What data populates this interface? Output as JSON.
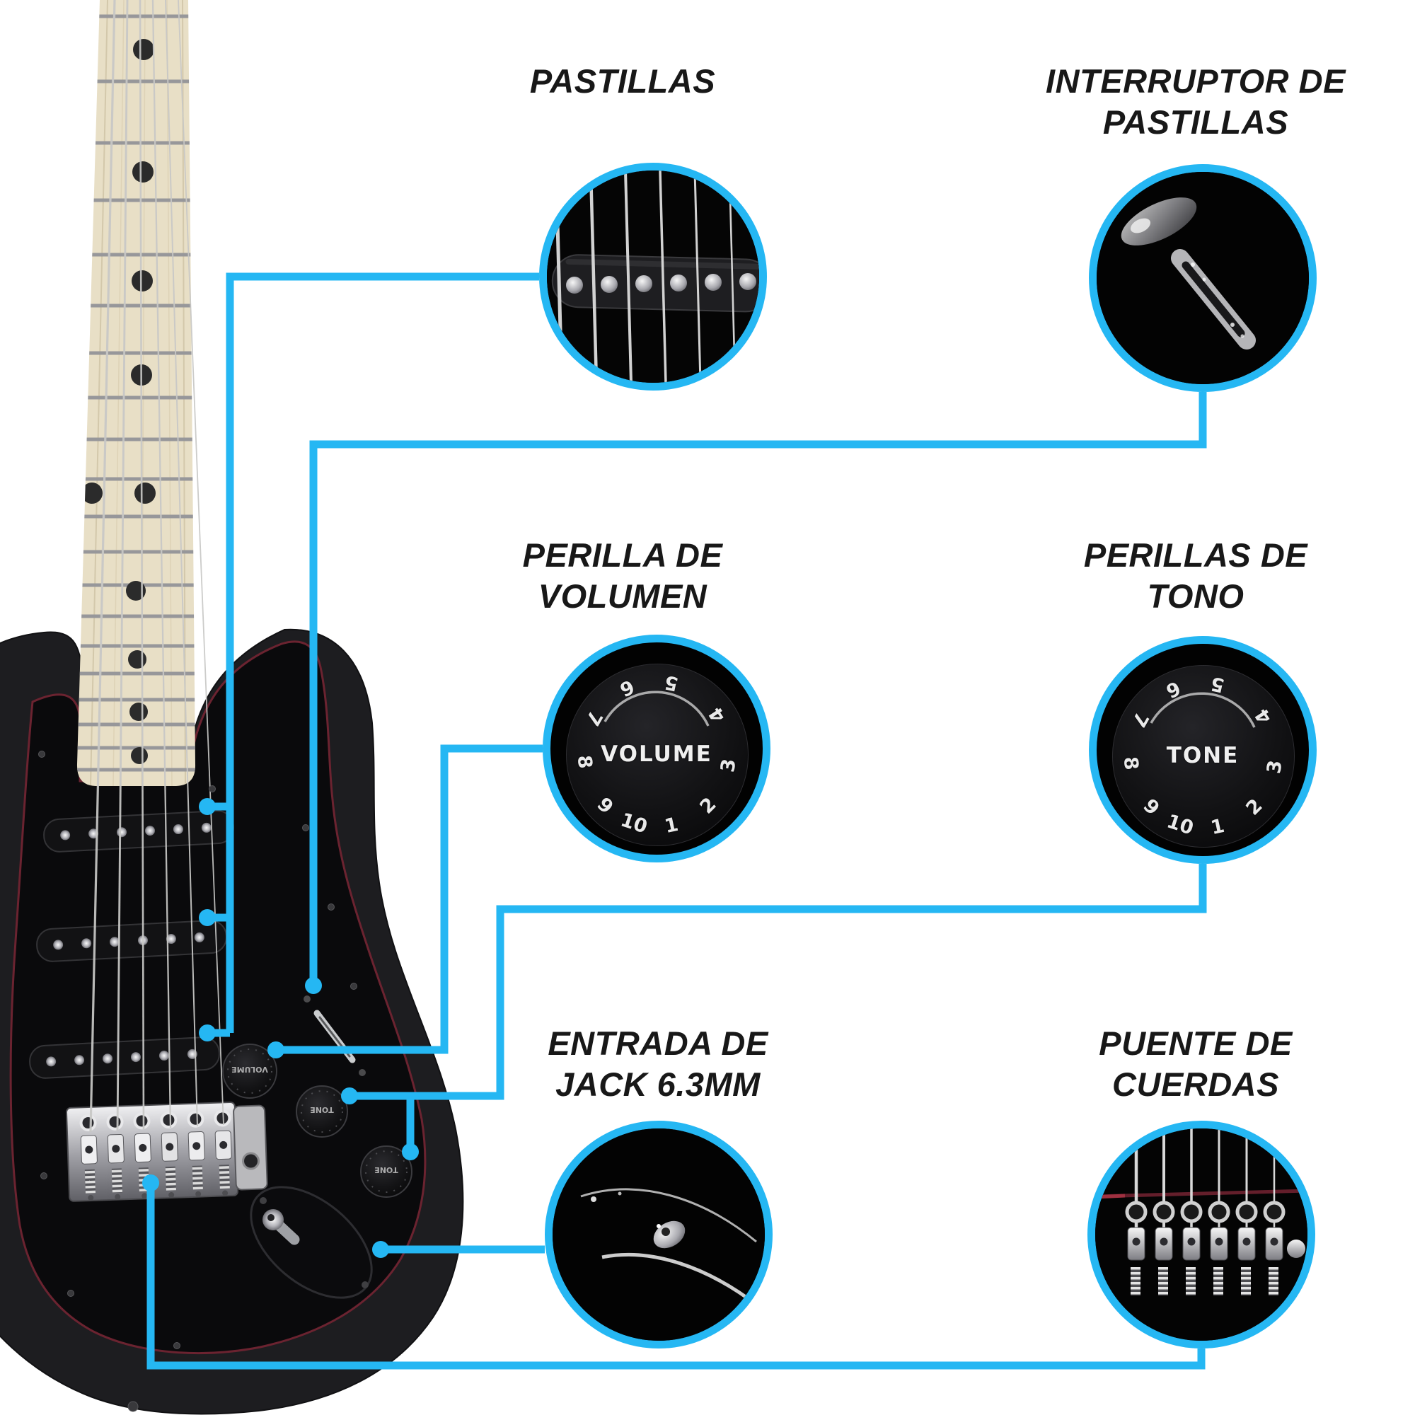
{
  "colors": {
    "accent": "#25b7f3",
    "pinstripe": "#6b2330"
  },
  "callouts": {
    "pickups": {
      "title_line1": "PASTILLAS",
      "title_line2": ""
    },
    "selector": {
      "title_line1": "INTERRUPTOR DE",
      "title_line2": "PASTILLAS"
    },
    "volume": {
      "title_line1": "PERILLA DE",
      "title_line2": "VOLUMEN",
      "knob_label": "VOLUME"
    },
    "tone": {
      "title_line1": "PERILLAS DE",
      "title_line2": "TONO",
      "knob_label": "TONE"
    },
    "jack": {
      "title_line1": "ENTRADA DE",
      "title_line2": "JACK 6.3MM"
    },
    "bridge": {
      "title_line1": "PUENTE DE",
      "title_line2": "CUERDAS"
    }
  },
  "knob_numbers": [
    "1",
    "2",
    "3",
    "4",
    "5",
    "6",
    "7",
    "8",
    "9",
    "10"
  ]
}
